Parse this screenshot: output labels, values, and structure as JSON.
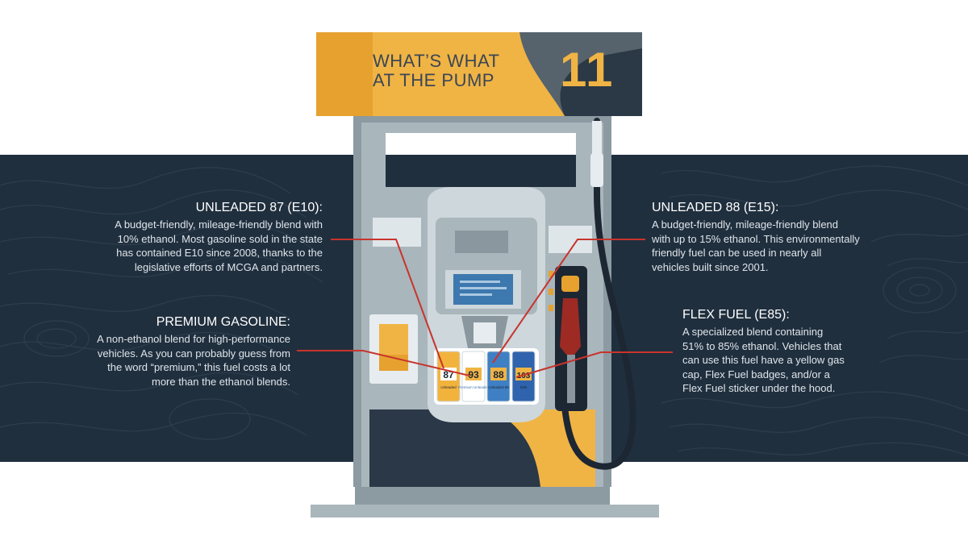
{
  "header": {
    "title_line1": "WHAT’S WHAT",
    "title_line2": "AT THE PUMP",
    "number": "11"
  },
  "callouts": {
    "unleaded87": {
      "title": "UNLEADED 87 (E10):",
      "lines": [
        "A budget-friendly, mileage-friendly blend with",
        "10% ethanol. Most gasoline sold in the state",
        "has contained E10 since 2008, thanks to the",
        "legislative efforts of MCGA and partners."
      ]
    },
    "premium": {
      "title": "PREMIUM GASOLINE:",
      "lines": [
        "A non-ethanol blend for high-performance",
        "vehicles. As you can probably guess from",
        "the word “premium,” this fuel costs a lot",
        "more than the ethanol blends."
      ]
    },
    "unleaded88": {
      "title": "UNLEADED 88 (E15):",
      "lines": [
        "A budget-friendly, mileage-friendly blend",
        "with up to 15% ethanol. This environmentally",
        "friendly fuel can be used in nearly all",
        "vehicles built since 2001."
      ]
    },
    "flexfuel": {
      "title": "FLEX FUEL (E85):",
      "lines": [
        "A specialized blend containing",
        "51% to 85% ethanol. Vehicles that",
        "can use this fuel have a yellow gas",
        "cap, Flex Fuel badges, and/or a",
        "Flex Fuel sticker under the hood."
      ]
    }
  },
  "grade_buttons": [
    {
      "number": "87",
      "label": "Unleaded",
      "color": "#f2b33d"
    },
    {
      "number": "93",
      "label": "Premium Unleaded",
      "color": "#ffffff"
    },
    {
      "number": "88",
      "label": "Unleaded 88",
      "color": "#3f7fc4"
    },
    {
      "number": "103",
      "label": "E85",
      "color": "#2f63ad"
    }
  ],
  "colors": {
    "band": "#202f3e",
    "title_bar": "#f0b445",
    "number_panel": "#56636c",
    "pointer": "#c8342c",
    "nozzle": "#9e2a24"
  }
}
